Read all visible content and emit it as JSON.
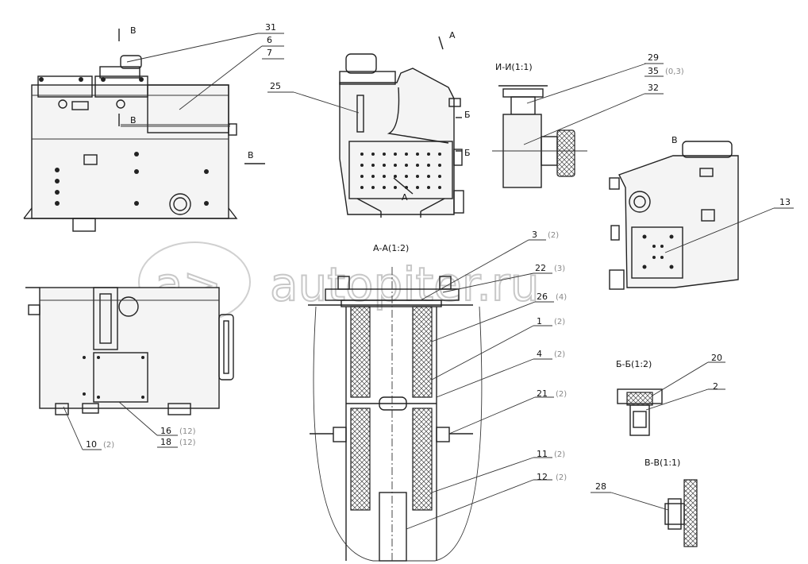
{
  "watermark": {
    "text": "autopiter.ru",
    "logo_glyph": "a>"
  },
  "section_titles": {
    "aa": "А-А(1:2)",
    "ii": "И-И(1:1)",
    "bb": "Б-Б(1:2)",
    "vv": "В-В(1:1)"
  },
  "view_markers": {
    "b_top": "В",
    "b_mid": "В",
    "b_side": "В",
    "b_right_view": "В",
    "a_top": "А",
    "a_mid": "А",
    "be_1": "Б",
    "be_2": "Б"
  },
  "callouts": [
    {
      "num": "31",
      "qty": ""
    },
    {
      "num": "6",
      "qty": ""
    },
    {
      "num": "7",
      "qty": ""
    },
    {
      "num": "25",
      "qty": ""
    },
    {
      "num": "29",
      "qty": ""
    },
    {
      "num": "35",
      "qty": "(0,3)"
    },
    {
      "num": "32",
      "qty": ""
    },
    {
      "num": "13",
      "qty": ""
    },
    {
      "num": "3",
      "qty": "(2)"
    },
    {
      "num": "22",
      "qty": "(3)"
    },
    {
      "num": "26",
      "qty": "(4)"
    },
    {
      "num": "1",
      "qty": "(2)"
    },
    {
      "num": "4",
      "qty": "(2)"
    },
    {
      "num": "21",
      "qty": "(2)"
    },
    {
      "num": "11",
      "qty": "(2)"
    },
    {
      "num": "12",
      "qty": "(2)"
    },
    {
      "num": "20",
      "qty": ""
    },
    {
      "num": "2",
      "qty": ""
    },
    {
      "num": "28",
      "qty": ""
    },
    {
      "num": "10",
      "qty": "(2)"
    },
    {
      "num": "16",
      "qty": "(12)"
    },
    {
      "num": "18",
      "qty": "(12)"
    }
  ],
  "colors": {
    "line": "#222222",
    "watermark": "#c8c8c8",
    "qty_text": "#888888",
    "hatch": "#444444"
  }
}
